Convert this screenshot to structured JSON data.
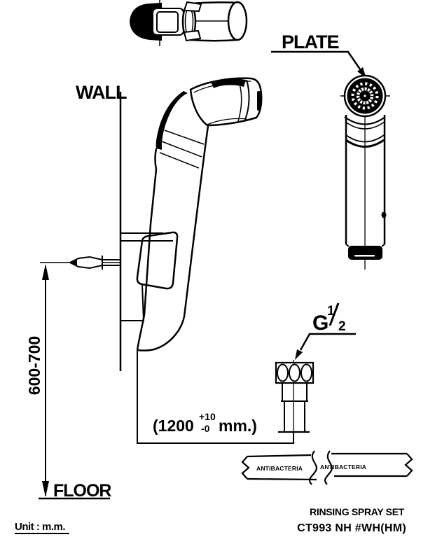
{
  "page": {
    "background": "#ffffff",
    "ink": "#000000"
  },
  "labels": {
    "wall": "WALL",
    "floor": "FLOOR",
    "plate": "PLATE",
    "height_range": "600-700",
    "hose_length_prefix": "(1200",
    "hose_tolerance_plus": "+10",
    "hose_tolerance_minus": "-0",
    "hose_length_suffix": "mm.)",
    "thread_letter": "G",
    "thread_numerator": "1",
    "thread_denominator": "2",
    "hose_marking": "ANTIBACTERIA",
    "unit_note": "Unit : m.m."
  },
  "title_block": {
    "product_name": "RINSING SPRAY SET",
    "model_code": "CT993 NH #WH(HM)"
  }
}
